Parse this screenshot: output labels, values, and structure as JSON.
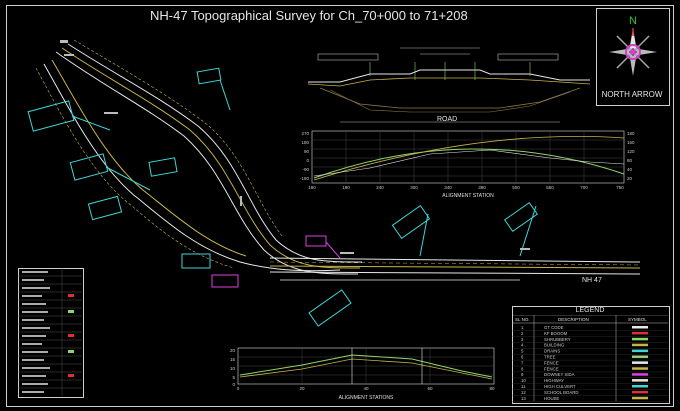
{
  "drawing": {
    "title": "NH-47 Topographical Survey for Ch_70+000 to 71+208",
    "road_label": "NH 47",
    "north_arrow_label": "NORTH ARROW",
    "north_letter": "N",
    "road_section_label": "ROAD",
    "alignment_station_label": "ALIGNMENT STATION",
    "alignment_stations_label": "ALIGNMENT STATIONS"
  },
  "profile1": {
    "x_ticks": [
      "180",
      "190",
      "240",
      "300",
      "340",
      "390",
      "500",
      "550",
      "700",
      "750"
    ],
    "y_ticks_left": [
      "270",
      "180",
      "90",
      "0",
      "-90",
      "-180"
    ],
    "y_ticks_right": [
      "180",
      "160",
      "120",
      "80",
      "40",
      "20"
    ]
  },
  "profile2": {
    "x_ticks": [
      "0",
      "20",
      "40",
      "60",
      "80"
    ],
    "y_ticks": [
      "20",
      "15",
      "10",
      "5",
      "0"
    ]
  },
  "legend": {
    "title": "LEGEND",
    "headers": [
      "SL NO.",
      "DESCRIPTION",
      "SYMBOL"
    ],
    "rows": [
      {
        "no": "1",
        "desc": "GT CODE"
      },
      {
        "no": "2",
        "desc": "KF BOOOM"
      },
      {
        "no": "3",
        "desc": "SHRUBBERY"
      },
      {
        "no": "4",
        "desc": "BUILDING"
      },
      {
        "no": "5",
        "desc": "DRAINS"
      },
      {
        "no": "6",
        "desc": "TREE"
      },
      {
        "no": "7",
        "desc": "FENCE"
      },
      {
        "no": "8",
        "desc": "FENCE"
      },
      {
        "no": "9",
        "desc": "DOWNEY SIDA"
      },
      {
        "no": "10",
        "desc": "HIGHWAY"
      },
      {
        "no": "11",
        "desc": "HIGH CULVERT"
      },
      {
        "no": "12",
        "desc": "SCHOOL BOARD"
      },
      {
        "no": "13",
        "desc": "HOUSE"
      }
    ]
  },
  "colors": {
    "road_yellow": "#c8b44a",
    "road_white": "#e8e8e8",
    "cyan": "#3fd6d6",
    "magenta": "#e040e0",
    "green": "#8fd46a",
    "red": "#e03030"
  }
}
